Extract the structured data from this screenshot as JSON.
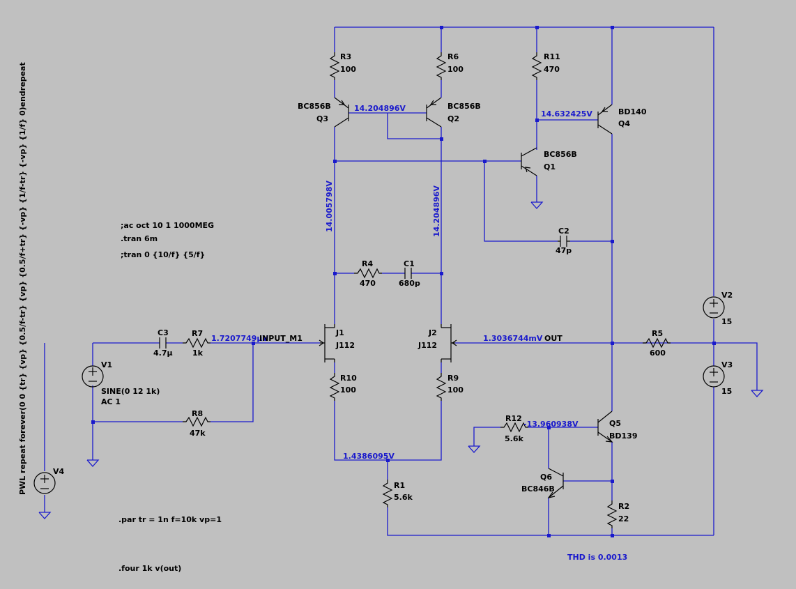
{
  "components": {
    "R1": {
      "name": "R1",
      "value": "5.6k"
    },
    "R2": {
      "name": "R2",
      "value": "22"
    },
    "R3": {
      "name": "R3",
      "value": "100"
    },
    "R4": {
      "name": "R4",
      "value": "470"
    },
    "R5": {
      "name": "R5",
      "value": "600"
    },
    "R6": {
      "name": "R6",
      "value": "100"
    },
    "R7": {
      "name": "R7",
      "value": "1k"
    },
    "R8": {
      "name": "R8",
      "value": "47k"
    },
    "R9": {
      "name": "R9",
      "value": "100"
    },
    "R10": {
      "name": "R10",
      "value": "100"
    },
    "R11": {
      "name": "R11",
      "value": "470"
    },
    "R12": {
      "name": "R12",
      "value": "5.6k"
    },
    "C1": {
      "name": "C1",
      "value": "680p"
    },
    "C2": {
      "name": "C2",
      "value": "47p"
    },
    "C3": {
      "name": "C3",
      "value": "4.7µ"
    },
    "Q1": {
      "name": "Q1",
      "model": "BC856B"
    },
    "Q2": {
      "name": "Q2",
      "model": "BC856B"
    },
    "Q3": {
      "name": "Q3",
      "model": "BC856B"
    },
    "Q4": {
      "name": "Q4",
      "model": "BD140"
    },
    "Q5": {
      "name": "Q5",
      "model": "BD139"
    },
    "Q6": {
      "name": "Q6",
      "model": "BC846B"
    },
    "J1": {
      "name": "J1",
      "model": "J112"
    },
    "J2": {
      "name": "J2",
      "model": "J112"
    },
    "V1": {
      "name": "V1",
      "value1": "SINE(0 12 1k)",
      "value2": "AC 1"
    },
    "V2": {
      "name": "V2",
      "value": "15"
    },
    "V3": {
      "name": "V3",
      "value": "15"
    },
    "V4": {
      "name": "V4",
      "value": "PWL repeat forever(0 0 {tr} {vp} {0.5/f-tr} {vp} {0.5/f+tr} {-vp} {1/f-tr} {-vp} {1/f} 0)endrepeat"
    }
  },
  "node_voltages": {
    "q3_base": "14.204896V",
    "q4_base": "14.632425V",
    "q3_collector": "14.005798V",
    "q2_collector": "14.204896V",
    "input": "1.7207749µV",
    "out": "1.3036744mV",
    "tail": "1.4386095V",
    "q5_base": "-13.960938V"
  },
  "net_labels": {
    "input": "INPUT_M1",
    "out": "OUT"
  },
  "directives": {
    "ac": ";ac oct 10 1 1000MEG",
    "tran": ".tran 6m",
    "tran_alt": ";tran 0 {10/f} {5/f}",
    "param": ".par tr = 1n f=10k vp=1",
    "four": ".four 1k v(out)"
  },
  "result": "THD is 0.0013"
}
